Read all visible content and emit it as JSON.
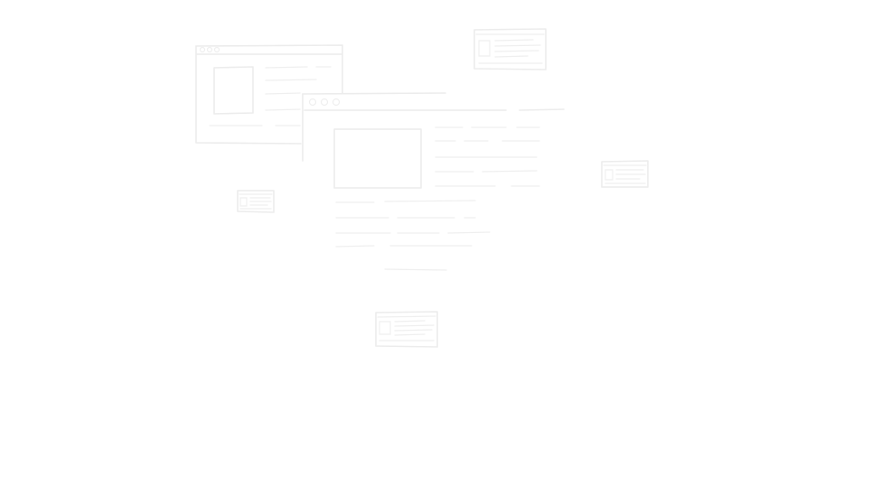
{
  "illustration": {
    "kind": "wireframe-sketch",
    "stroke_color": "#ececec",
    "background_color": "#ffffff",
    "elements": [
      "back-browser-window",
      "front-browser-window",
      "small-card-top",
      "small-card-right",
      "small-card-left",
      "small-card-bottom"
    ]
  }
}
